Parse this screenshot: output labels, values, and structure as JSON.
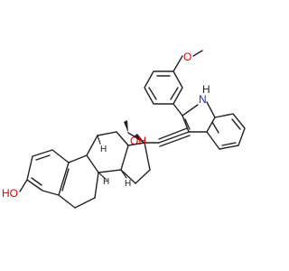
{
  "molecule": {
    "labels": {
      "methoxy_o": "O",
      "indole_nh": "H",
      "indole_n": "N",
      "oh_17": "OH",
      "ho_3": "HO",
      "h_8": "H",
      "h_9": "H",
      "h_14": "H"
    },
    "colors": {
      "oxygen": "#e00000",
      "nitrogen": "#2020e0",
      "bond": "#222222"
    }
  }
}
